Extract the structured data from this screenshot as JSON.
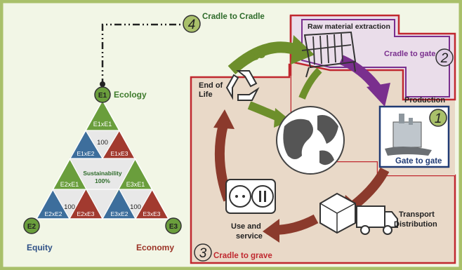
{
  "colors": {
    "frame_green": "#a9c06a",
    "panel_bg": "#f2f6e6",
    "panel_tan": "#e9d9c8",
    "panel_pink": "#eaddea",
    "red_line": "#c0282f",
    "purple_line": "#7a2f8e",
    "navy": "#1f3a73",
    "c2c_green": "#6d8f2b",
    "brown_arrow": "#8b3a2c",
    "purple_arrow": "#7a2f8e",
    "tri_green": "#6a9e3c",
    "tri_blue": "#3d6e9c",
    "tri_red": "#a23a2f",
    "tri_white": "#e8e8e8",
    "ecology": "#3d7a2b",
    "equity": "#2d4f86",
    "economy": "#9b3326"
  },
  "triangle": {
    "apex_top": "E1",
    "apex_left": "E2",
    "apex_right": "E3",
    "ecology_label": "Ecology",
    "equity_label": "Equity",
    "economy_label": "Economy",
    "e1xe1": "E1xE1",
    "e1xe2": "E1xE2",
    "e1xe3": "E1xE3",
    "e2xe1": "E2xE1",
    "e2xe2": "E2xE2",
    "e2xe3": "E2xE3",
    "e3xe1": "E3xE1",
    "e3xe2": "E3xE2",
    "e3xe3": "E3xE3",
    "hundred_top": "100",
    "hundred_left": "100",
    "hundred_right": "100",
    "sustainability": "Sustainability",
    "sustainability_pct": "100%"
  },
  "numbers": {
    "n1": "1",
    "n2": "2",
    "n3": "3",
    "n4": "4"
  },
  "labels": {
    "cradle_to_cradle": "Cradle to Cradle",
    "raw_material": "Raw material extraction",
    "cradle_to_gate": "Cradle to gate",
    "c2c": "C2C",
    "end_of_life_1": "End of",
    "end_of_life_2": "Life",
    "production": "Production",
    "gate_to_gate": "Gate to gate",
    "transport": "Transport",
    "distribution": "Distribution",
    "use_and": "Use and",
    "service": "service",
    "cradle_to_grave": "Cradle to grave"
  },
  "icons": {
    "recycle": "recycle-icon",
    "globe": "globe-icon",
    "crib": "crib-icon",
    "factory": "factory-icon",
    "truck": "truck-icon",
    "socket": "power-outlet-icon"
  }
}
